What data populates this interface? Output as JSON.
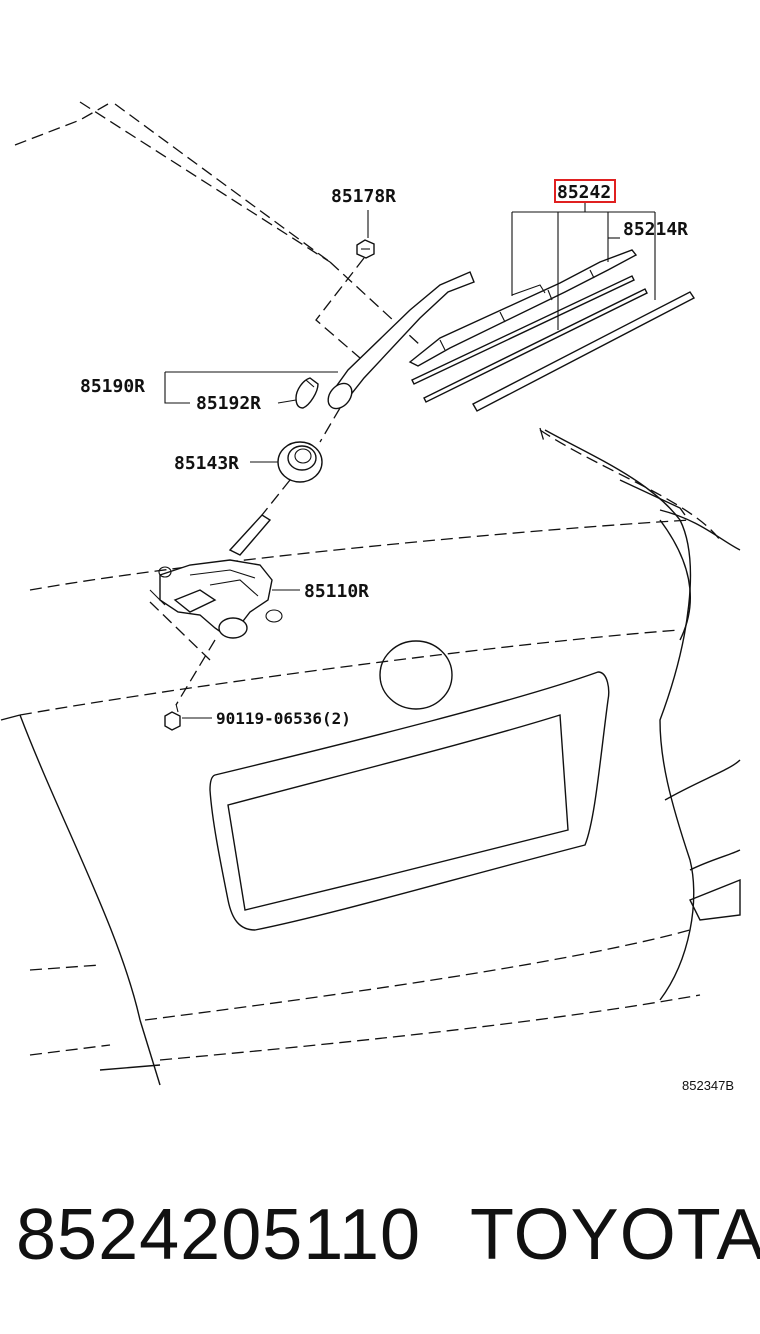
{
  "diagram": {
    "labels": {
      "p85178r": "85178R",
      "p85242": "85242",
      "p85214r": "85214R",
      "p85190r": "85190R",
      "p85192r": "85192R",
      "p85143r": "85143R",
      "p85110r": "85110R",
      "p90119": "90119-06536(2)"
    },
    "diagram_code": "852347B",
    "highlight_color": "#e02020"
  },
  "caption": {
    "part_number": "8524205110",
    "brand": "TOYOTA"
  }
}
